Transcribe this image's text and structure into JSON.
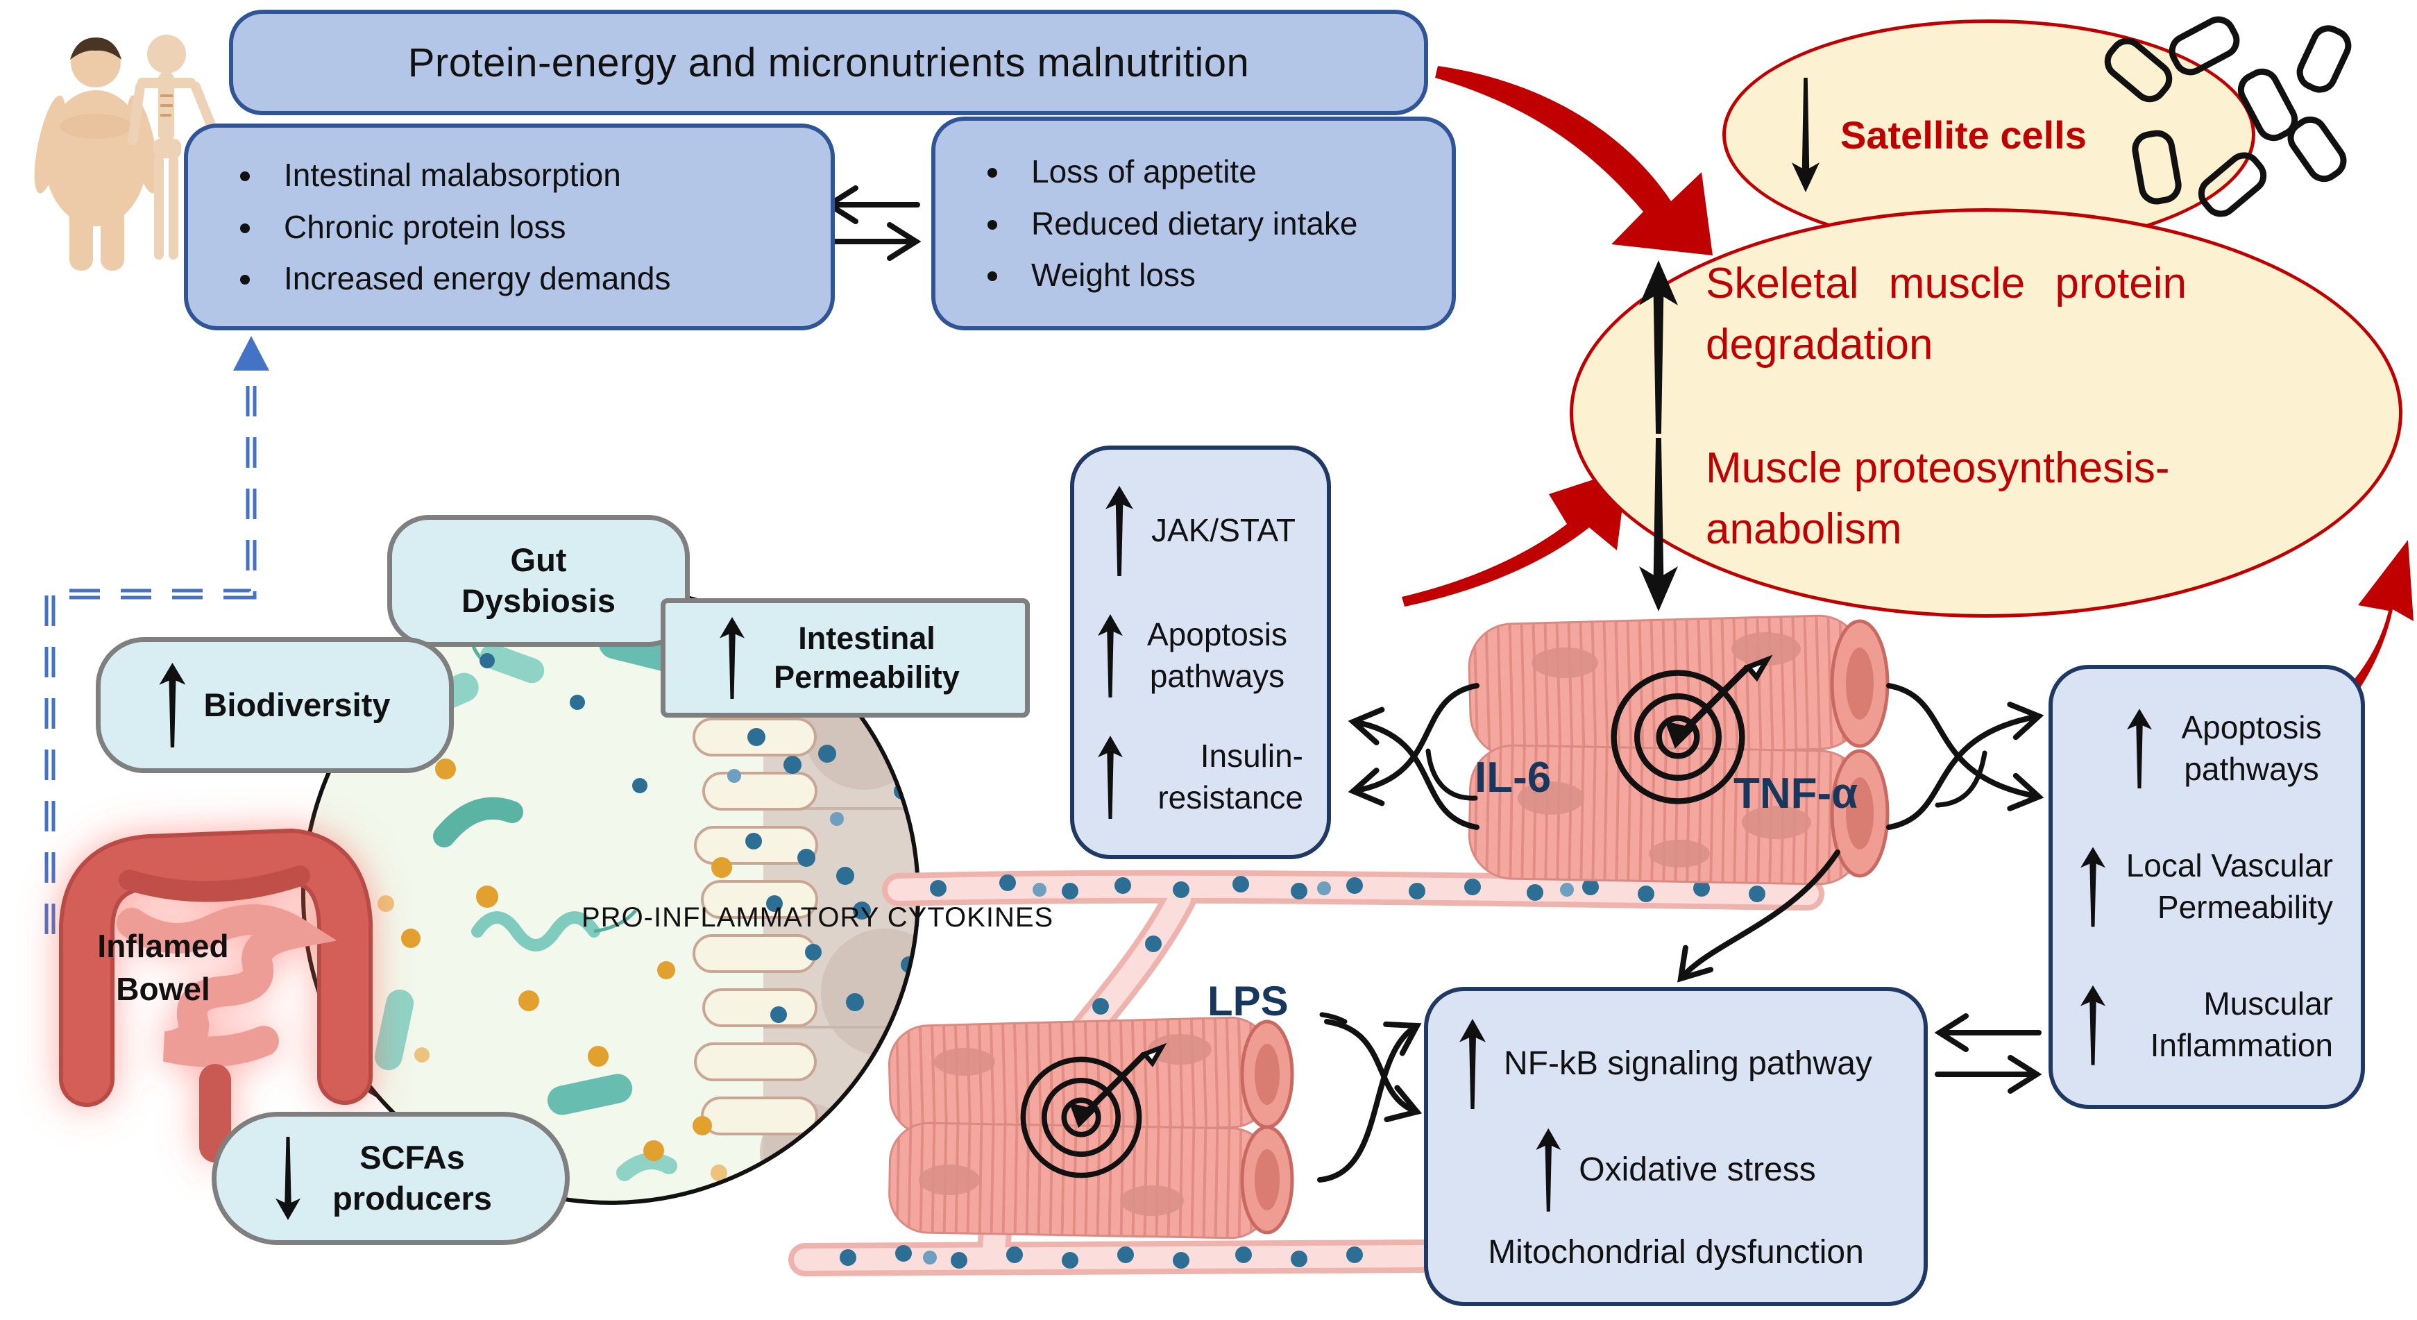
{
  "malnutrition": {
    "title": "Protein-energy and micronutrients malnutrition",
    "causes": [
      "Intestinal malabsorption",
      "Chronic protein loss",
      "Increased energy demands"
    ],
    "effects": [
      "Loss of appetite",
      "Reduced dietary intake",
      "Weight loss"
    ]
  },
  "outcomes": {
    "satellite_cells": {
      "label": "Satellite cells",
      "trend": "down"
    },
    "degradation": {
      "lines": [
        "Skeletal muscle protein",
        "degradation"
      ],
      "trend": "up"
    },
    "anabolism": {
      "lines": [
        "Muscle proteosynthesis-",
        "anabolism"
      ],
      "trend": "down"
    }
  },
  "gut": {
    "dysbiosis": "Gut Dysbiosis",
    "biodiversity": {
      "label": "Biodiversity",
      "trend": "up"
    },
    "permeability": {
      "label": "Intestinal Permeability",
      "trend": "up"
    },
    "bowel": "Inflamed Bowel",
    "scfas": {
      "label": "SCFAs producers",
      "trend": "down"
    },
    "cytokines": "PRO-INFLAMMATORY CYTOKINES"
  },
  "mediators": {
    "il6": "IL-6",
    "tnf": "TNF-α",
    "lps": "LPS"
  },
  "boxes": {
    "intramuscular": {
      "items": [
        {
          "label": "JAK/STAT",
          "trend": "up"
        },
        {
          "label": "Apoptosis pathways",
          "trend": "up"
        },
        {
          "label": "Insulin-resistance",
          "trend": "up"
        }
      ]
    },
    "muscle_effects": {
      "items": [
        {
          "label": "Apoptosis pathways",
          "trend": "up"
        },
        {
          "label": "Local Vascular Permeability",
          "trend": "up"
        },
        {
          "label": "Muscular Inflammation",
          "trend": "up"
        }
      ]
    },
    "nfkb": {
      "items": [
        {
          "label": "NF-kB signaling pathway",
          "trend": "up"
        },
        {
          "label": "Oxidative stress",
          "trend": "up"
        },
        {
          "label": "Mitochondrial dysfunction",
          "trend": "none"
        }
      ]
    }
  },
  "icons": {
    "patients": "obese-and-emaciated-figures",
    "inflamed_bowel": "inflamed-large-intestine",
    "microbiome_circle": "gut-microbiome-magnifier",
    "muscle": "skeletal-muscle-fibers",
    "target": "dartboard-with-dart",
    "satellite_capsules": "cell-capsule-outlines",
    "trend_up": "tapered-up-arrow",
    "trend_down": "tapered-down-arrow"
  },
  "colors": {
    "panel_blue": "#b4c6e7",
    "panel_blue_border": "#2f5597",
    "stat_blue": "#dae3f3",
    "stat_blue_border": "#1f3864",
    "cyan_panel": "#d9eef3",
    "cyan_border": "#7f7f7f",
    "cream": "#fcf2d2",
    "red_accent": "#c00000",
    "navy_label": "#17375e",
    "dashed_blue": "#4472c4",
    "muscle_pink": "#f4a79f",
    "vessel_pink": "#f0b9b2",
    "cytokine_dot": "#2c6e94",
    "scfa_dot": "#e2a02f",
    "bacteria_teal": "#7fccbe"
  }
}
